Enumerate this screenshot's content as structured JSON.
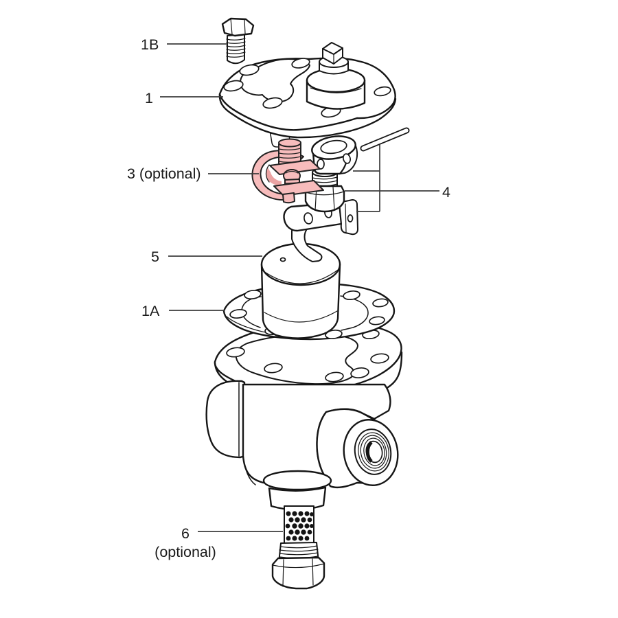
{
  "diagram": {
    "type": "exploded-parts-diagram",
    "background": "#ffffff",
    "ink": "#161616",
    "leader_color": "#3c3c3c",
    "highlight_fill": "#f7bcbc",
    "highlight_shade": "#eba3a3",
    "labels": {
      "l1b": "1B",
      "l1": "1",
      "l3": "3 (optional)",
      "l4": "4",
      "l5": "5",
      "l1a": "1A",
      "l6_line1": "6",
      "l6_line2": "(optional)"
    }
  }
}
